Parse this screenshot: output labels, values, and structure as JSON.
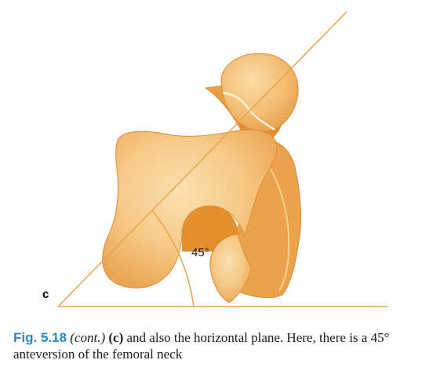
{
  "figure": {
    "panel_letter": "c",
    "angle_label": "45°",
    "colors": {
      "bone_light": "#f6c985",
      "bone_mid": "#eea64a",
      "bone_dark": "#e48f2c",
      "outline": "#d98a35",
      "reference_line": "#e7a24f"
    }
  },
  "caption": {
    "fig_label": "Fig. 5.18",
    "cont": "(cont.)",
    "panel_ref": "(c)",
    "text": "and also the horizontal plane. Here, there is a 45° anteversion of the femoral neck"
  }
}
